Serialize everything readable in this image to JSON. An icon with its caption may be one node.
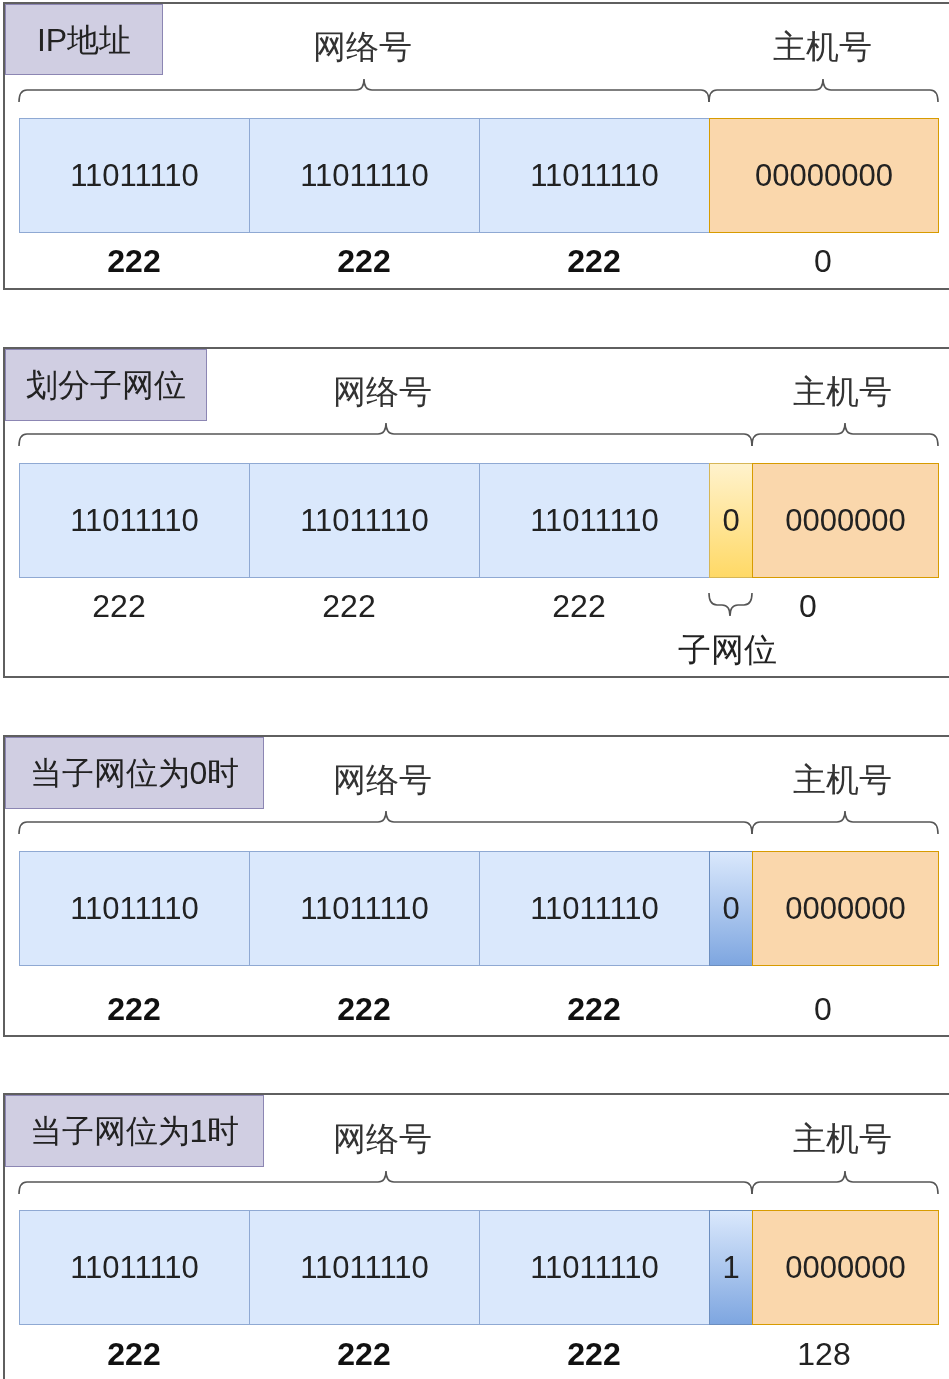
{
  "diagram": {
    "nodes": [
      {
        "text": [],
        "shape": "box"
      },
      {
        "text": [
          "IP地址"
        ],
        "in": 0
      },
      {
        "text": [
          "11011110"
        ],
        "in": 0,
        "beside": [
          "222"
        ]
      },
      {
        "text": [
          "11011110"
        ],
        "in": 0,
        "beside": [
          "222"
        ]
      },
      {
        "text": [
          "11011110"
        ],
        "in": 0,
        "beside": [
          "222"
        ]
      },
      {
        "text": [
          "00000000"
        ],
        "in": 0,
        "beside": [
          "0"
        ]
      },
      {
        "text": [],
        "shape": "box"
      },
      {
        "text": [
          "划分子网位"
        ],
        "in": 6
      },
      {
        "text": [
          "11011110"
        ],
        "in": 6,
        "beside": [
          "222"
        ]
      },
      {
        "text": [
          "11011110"
        ],
        "in": 6,
        "beside": [
          "222"
        ]
      },
      {
        "text": [
          "11011110"
        ],
        "in": 6,
        "beside": [
          "222"
        ]
      },
      {
        "text": [
          "0"
        ],
        "in": 6,
        "beside": [
          "子网位"
        ]
      },
      {
        "text": [
          "0000000"
        ],
        "in": 6,
        "beside": [
          "0"
        ]
      },
      {
        "text": [],
        "shape": "box"
      },
      {
        "text": [
          "当子网位为0时"
        ],
        "in": 13
      },
      {
        "text": [
          "11011110"
        ],
        "in": 13,
        "beside": [
          "222"
        ]
      },
      {
        "text": [
          "11011110"
        ],
        "in": 13,
        "beside": [
          "222"
        ]
      },
      {
        "text": [
          "11011110"
        ],
        "in": 13,
        "beside": [
          "222"
        ]
      },
      {
        "text": [
          "0"
        ],
        "in": 13
      },
      {
        "text": [
          "0000000"
        ],
        "in": 13,
        "beside": [
          "0"
        ]
      },
      {
        "text": [],
        "shape": "box"
      },
      {
        "text": [
          "当子网位为1时"
        ],
        "in": 20
      },
      {
        "text": [
          "11011110"
        ],
        "in": 20,
        "beside": [
          "222"
        ]
      },
      {
        "text": [
          "11011110"
        ],
        "in": 20,
        "beside": [
          "222"
        ]
      },
      {
        "text": [
          "11011110"
        ],
        "in": 20,
        "beside": [
          "222"
        ]
      },
      {
        "text": [
          "1"
        ],
        "in": 20
      },
      {
        "text": [
          "0000000"
        ],
        "in": 20,
        "beside": [
          "128"
        ]
      }
    ],
    "labels": [
      "网络号",
      "主机号",
      "网络号",
      "主机号",
      "网络号",
      "主机号",
      "网络号",
      "主机号"
    ]
  }
}
